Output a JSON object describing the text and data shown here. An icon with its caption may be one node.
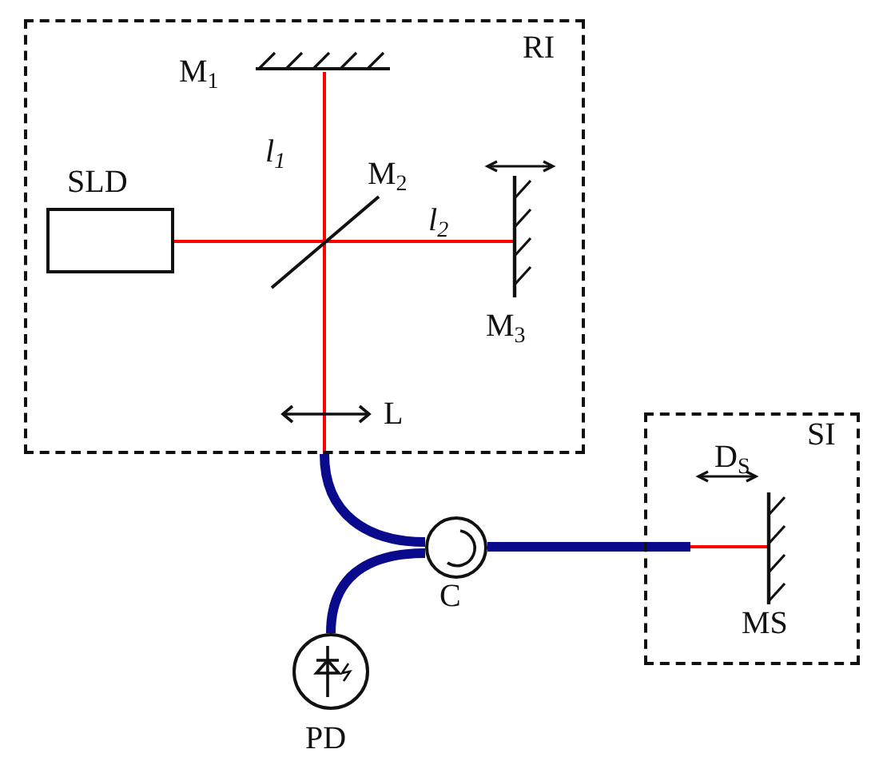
{
  "diagram": {
    "nodes": [
      {
        "text": [
          "RI"
        ]
      },
      {
        "text": [
          "M$_{1}$"
        ],
        "in": 0
      },
      {
        "text": [
          "SLD"
        ],
        "in": 0
      },
      {
        "text": [
          "M$_{2}$"
        ],
        "in": 0
      },
      {
        "text": [
          "M$_{3}$"
        ],
        "in": 0
      },
      {
        "text": [
          "L"
        ],
        "in": 0
      },
      {
        "text": [
          "SI"
        ]
      },
      {
        "text": [
          "MS"
        ],
        "in": 6
      },
      {
        "text": [
          "C"
        ]
      },
      {
        "text": [
          "PD"
        ]
      }
    ],
    "edges": [
      {
        "from": 2,
        "to": 3,
        "arrow": "none"
      },
      {
        "from": 3,
        "to": 1,
        "arrow": "none"
      },
      {
        "from": 3,
        "to": 4,
        "arrow": "none"
      },
      {
        "from": 3,
        "to": 5,
        "arrow": "none"
      },
      {
        "from": 5,
        "to": 8,
        "arrow": "none",
        "style": "thick",
        "color": "#0a0a8c"
      },
      {
        "from": 8,
        "to": 9,
        "arrow": "none",
        "style": "thick",
        "color": "#0a0a8c"
      },
      {
        "from": 8,
        "to": 7,
        "arrow": "none",
        "style": "thick",
        "color": "#0a0a8c"
      }
    ],
    "labels": [
      "l$_{1}$",
      "l$_{2}$",
      "D$_{S}$"
    ]
  }
}
